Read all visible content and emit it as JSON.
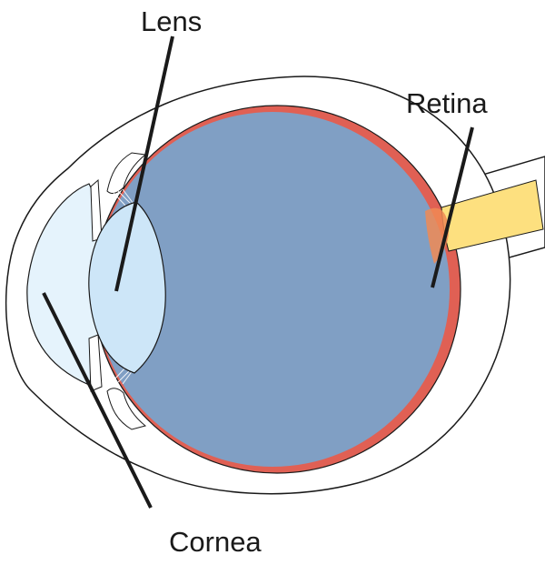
{
  "labels": {
    "lens": "Lens",
    "retina": "Retina",
    "cornea": "Cornea"
  },
  "colors": {
    "vitreous": "#809fc4",
    "retina": "#e06054",
    "lens": "#cde6f8",
    "cornea": "#e5f3fc",
    "optic_nerve": "#fde07f",
    "outline": "#1a1a1a",
    "background": "#ffffff"
  }
}
